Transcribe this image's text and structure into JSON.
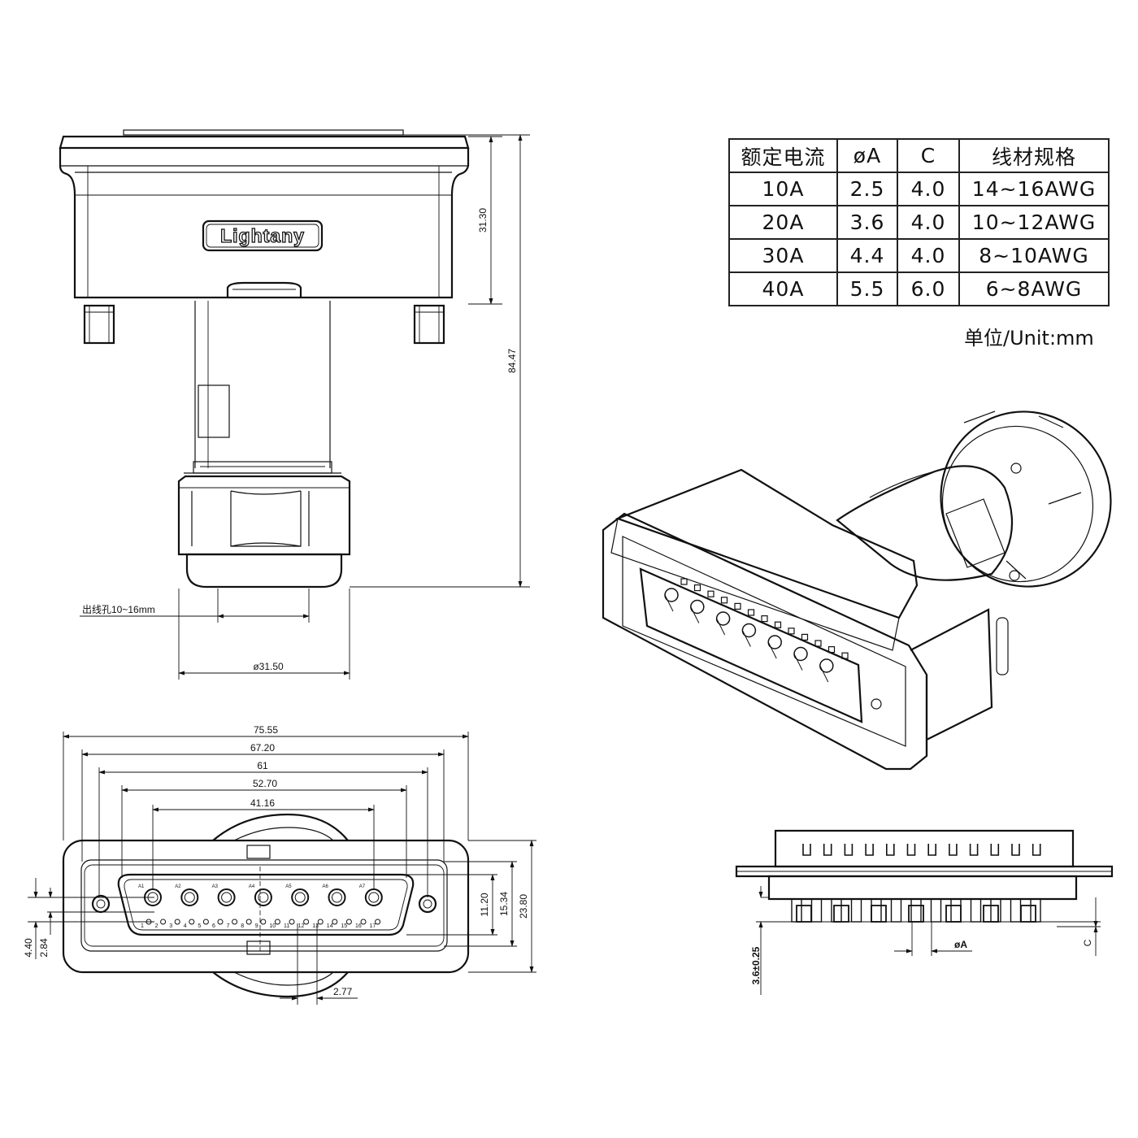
{
  "spec_table": {
    "headers": [
      "额定电流",
      "øA",
      "C",
      "线材规格"
    ],
    "rows": [
      [
        "10A",
        "2.5",
        "4.0",
        "14~16AWG"
      ],
      [
        "20A",
        "3.6",
        "4.0",
        "10~12AWG"
      ],
      [
        "30A",
        "4.4",
        "4.0",
        "8~10AWG"
      ],
      [
        "40A",
        "5.5",
        "6.0",
        "6~8AWG"
      ]
    ],
    "unit_note": "单位/Unit:mm"
  },
  "top_view": {
    "brand_label": "Lightany",
    "dim_height_body": "31.30",
    "dim_height_total": "84.47",
    "dim_outlet_label": "出线孔10~16mm",
    "dim_diameter": "ø31.50"
  },
  "front_view": {
    "dim_width_1": "75.55",
    "dim_width_2": "67.20",
    "dim_width_3": "61",
    "dim_width_4": "52.70",
    "dim_width_5": "41.16",
    "dim_height_1": "11.20",
    "dim_height_2": "15.34",
    "dim_height_3": "23.80",
    "dim_left_1": "4.40",
    "dim_left_2": "2.84",
    "dim_pitch": "2.77",
    "power_pin_labels": [
      "A1",
      "A2",
      "A3",
      "A4",
      "A5",
      "A6",
      "A7"
    ],
    "signal_pin_labels": [
      "1",
      "2",
      "3",
      "4",
      "5",
      "6",
      "7",
      "8",
      "9",
      "10",
      "11",
      "12",
      "13",
      "14",
      "15",
      "16",
      "17"
    ]
  },
  "side_view": {
    "dim_pin_len": "3.6±0.25",
    "dim_diameter_a": "øA",
    "dim_c": "C"
  }
}
